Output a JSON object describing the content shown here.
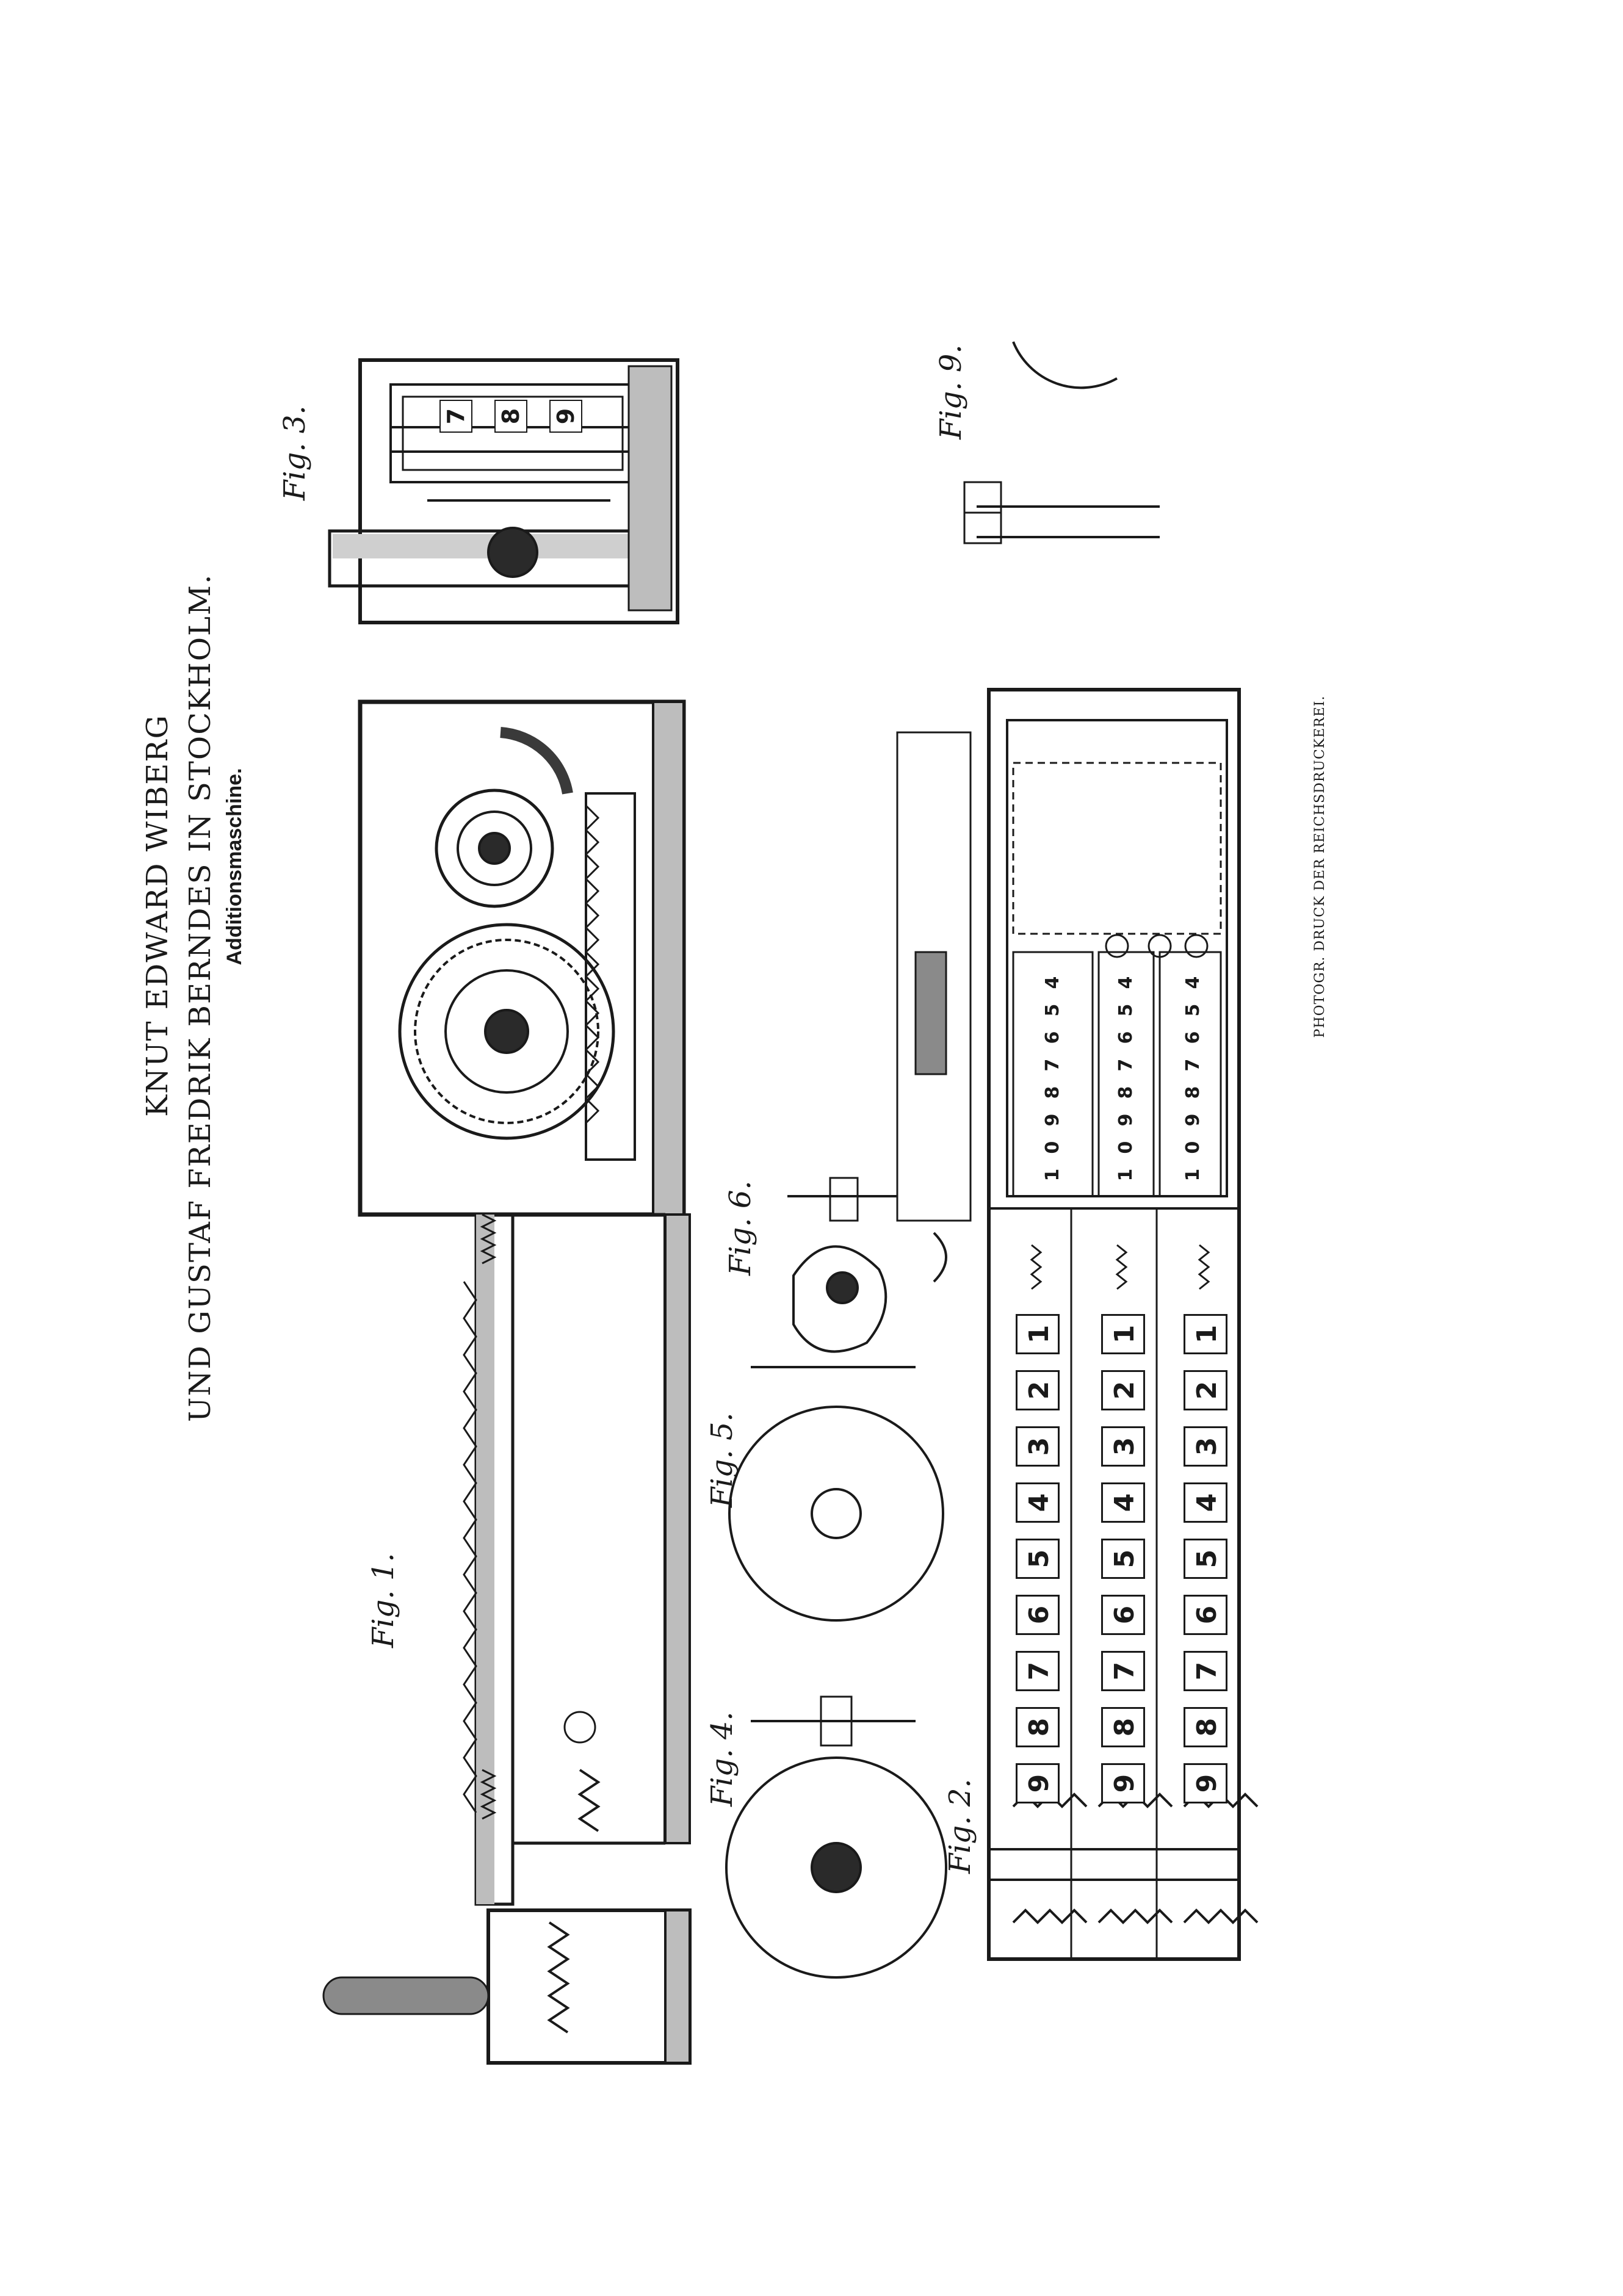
{
  "header": {
    "line1": "KNUT EDWARD WIBERG",
    "line2": "UND GUSTAF FREDRIK BERNDES IN STOCKHOLM.",
    "title": "Additionsmaschine."
  },
  "figures": {
    "fig1": "Fig. 1.",
    "fig2": "Fig. 2.",
    "fig3": "Fig. 3.",
    "fig4": "Fig. 4.",
    "fig5": "Fig. 5.",
    "fig6": "Fig. 6.",
    "fig9": "Fig. 9."
  },
  "keys": [
    "1",
    "2",
    "3",
    "4",
    "5",
    "6",
    "7",
    "8",
    "9"
  ],
  "counter_digits": [
    "4",
    "5",
    "6",
    "7",
    "8",
    "9",
    "0",
    "1"
  ],
  "fig3_digits": [
    "7",
    "8",
    "9"
  ],
  "printer_note": "PHOTOGR. DRUCK DER REICHSDRUCKEREI."
}
